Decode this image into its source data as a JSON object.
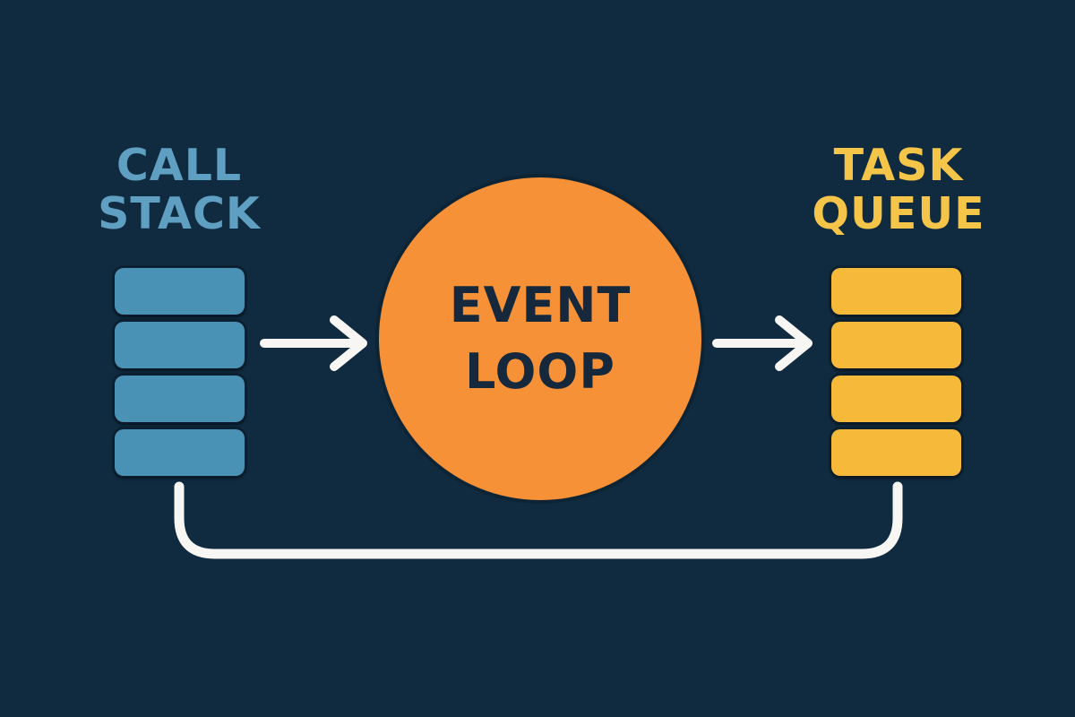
{
  "colors": {
    "background": "#102b40",
    "stack_blue": "#4991b5",
    "stack_blue_text": "#5f9fc1",
    "queue_yellow": "#f7b93a",
    "queue_yellow_text": "#f5c54a",
    "loop_orange": "#f69138",
    "loop_text": "#16293c",
    "arrow_white": "#f7f6f3"
  },
  "call_stack": {
    "label_line1": "CALL",
    "label_line2": "STACK",
    "block_count": 4
  },
  "event_loop": {
    "label_line1": "EVENT",
    "label_line2": "LOOP"
  },
  "task_queue": {
    "label_line1": "TASK",
    "label_line2": "QUEUE",
    "block_count": 4
  },
  "arrows": {
    "left_arrow": "call-stack-to-event-loop-arrow",
    "right_arrow": "event-loop-to-task-queue-arrow",
    "loop_path": "task-queue-to-call-stack-return-path"
  }
}
